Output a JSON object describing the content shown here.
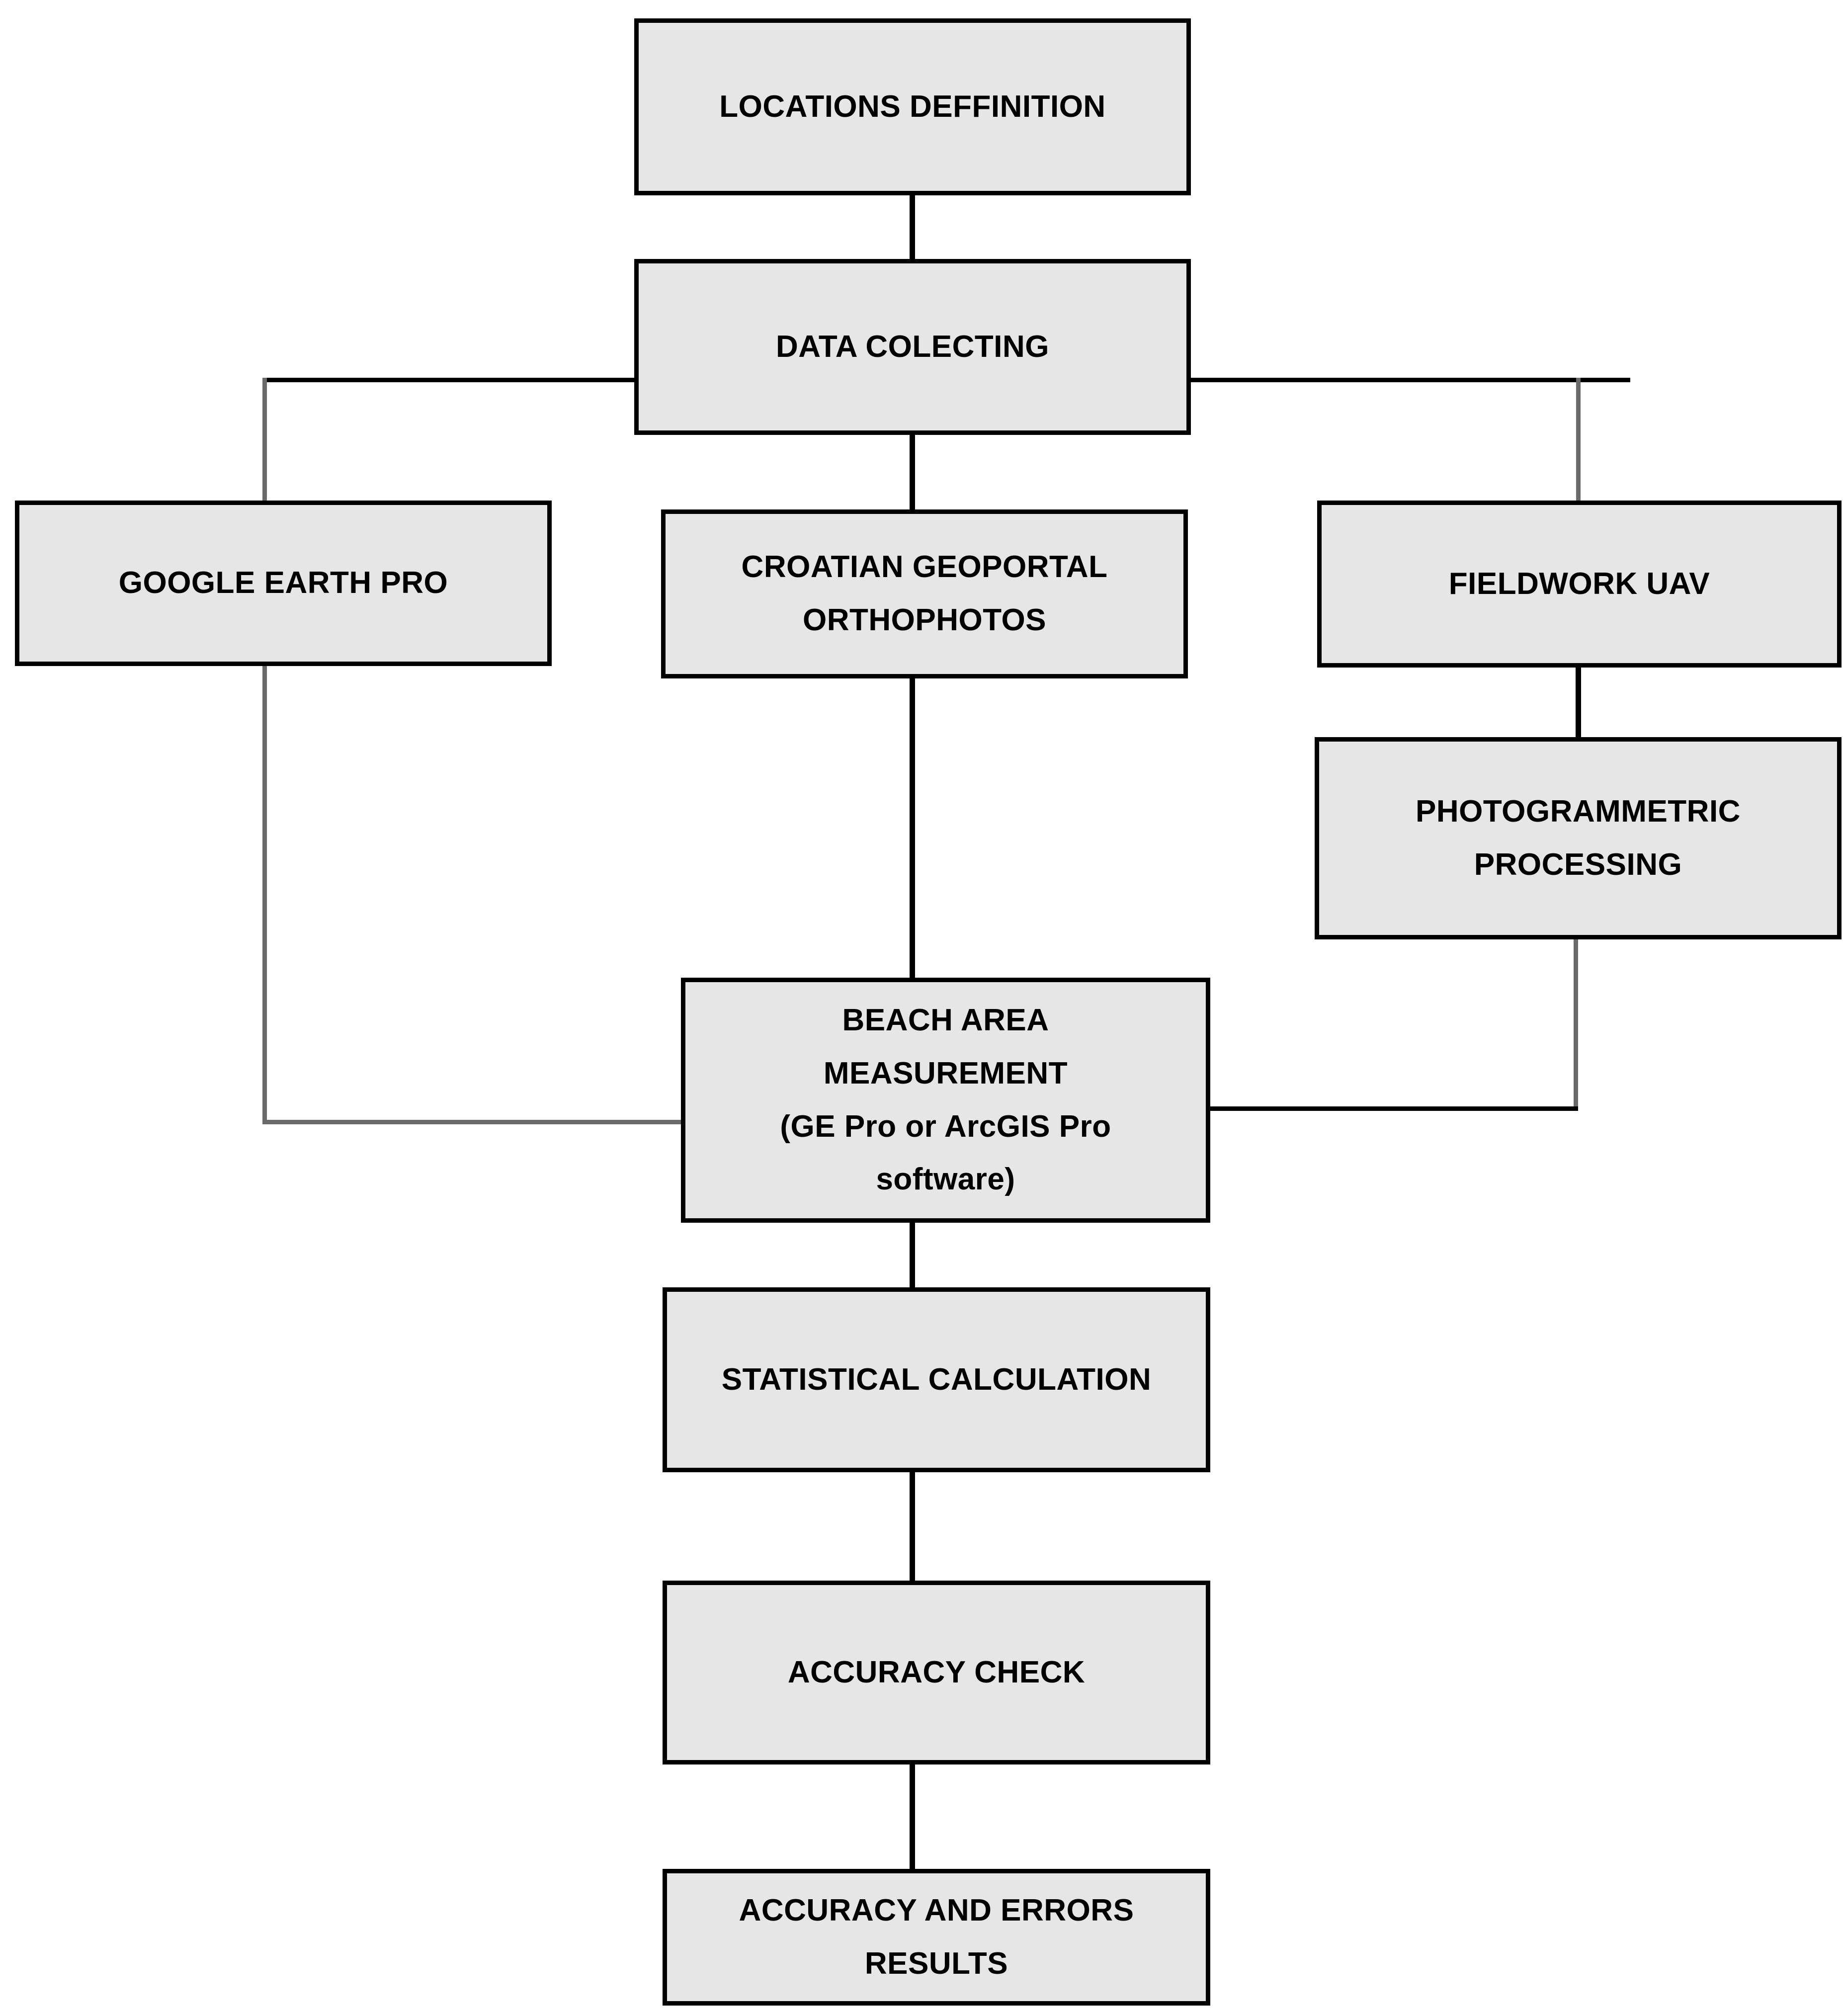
{
  "diagram": {
    "title": "Beach area measurement methodology flowchart",
    "colors": {
      "node_fill": "#e6e6e6",
      "node_border": "#000000",
      "connector_dark": "#000000",
      "connector_light": "#6a6a6a",
      "background": "#ffffff",
      "text": "#000000"
    },
    "nodes": [
      {
        "id": "locations",
        "lines": [
          "LOCATIONS DEFFINITION"
        ]
      },
      {
        "id": "data_collecting",
        "lines": [
          "DATA COLECTING"
        ]
      },
      {
        "id": "google_earth_pro",
        "lines": [
          "GOOGLE EARTH PRO"
        ]
      },
      {
        "id": "croatian_geoportal",
        "lines": [
          "CROATIAN GEOPORTAL",
          "ORTHOPHOTOS"
        ]
      },
      {
        "id": "fieldwork_uav",
        "lines": [
          "FIELDWORK UAV"
        ]
      },
      {
        "id": "photogrammetric",
        "lines": [
          "PHOTOGRAMMETRIC",
          "PROCESSING"
        ]
      },
      {
        "id": "beach_area",
        "lines": [
          "BEACH AREA",
          "MEASUREMENT",
          "(GE Pro or ArcGIS Pro",
          "software)"
        ]
      },
      {
        "id": "statistical",
        "lines": [
          "STATISTICAL CALCULATION"
        ]
      },
      {
        "id": "accuracy_check",
        "lines": [
          "ACCURACY CHECK"
        ]
      },
      {
        "id": "accuracy_results",
        "lines": [
          "ACCURACY AND ERRORS",
          "RESULTS"
        ]
      }
    ],
    "edges": [
      {
        "from": "locations",
        "to": "data_collecting",
        "style": "straight-vertical"
      },
      {
        "from": "data_collecting",
        "to": "google_earth_pro",
        "style": "elbow-left"
      },
      {
        "from": "data_collecting",
        "to": "croatian_geoportal",
        "style": "straight-vertical"
      },
      {
        "from": "data_collecting",
        "to": "fieldwork_uav",
        "style": "elbow-right"
      },
      {
        "from": "fieldwork_uav",
        "to": "photogrammetric",
        "style": "straight-vertical"
      },
      {
        "from": "google_earth_pro",
        "to": "beach_area",
        "style": "elbow-left-down"
      },
      {
        "from": "croatian_geoportal",
        "to": "beach_area",
        "style": "straight-vertical"
      },
      {
        "from": "photogrammetric",
        "to": "beach_area",
        "style": "elbow-right-down"
      },
      {
        "from": "beach_area",
        "to": "statistical",
        "style": "straight-vertical"
      },
      {
        "from": "statistical",
        "to": "accuracy_check",
        "style": "straight-vertical"
      },
      {
        "from": "accuracy_check",
        "to": "accuracy_results",
        "style": "straight-vertical"
      }
    ]
  }
}
